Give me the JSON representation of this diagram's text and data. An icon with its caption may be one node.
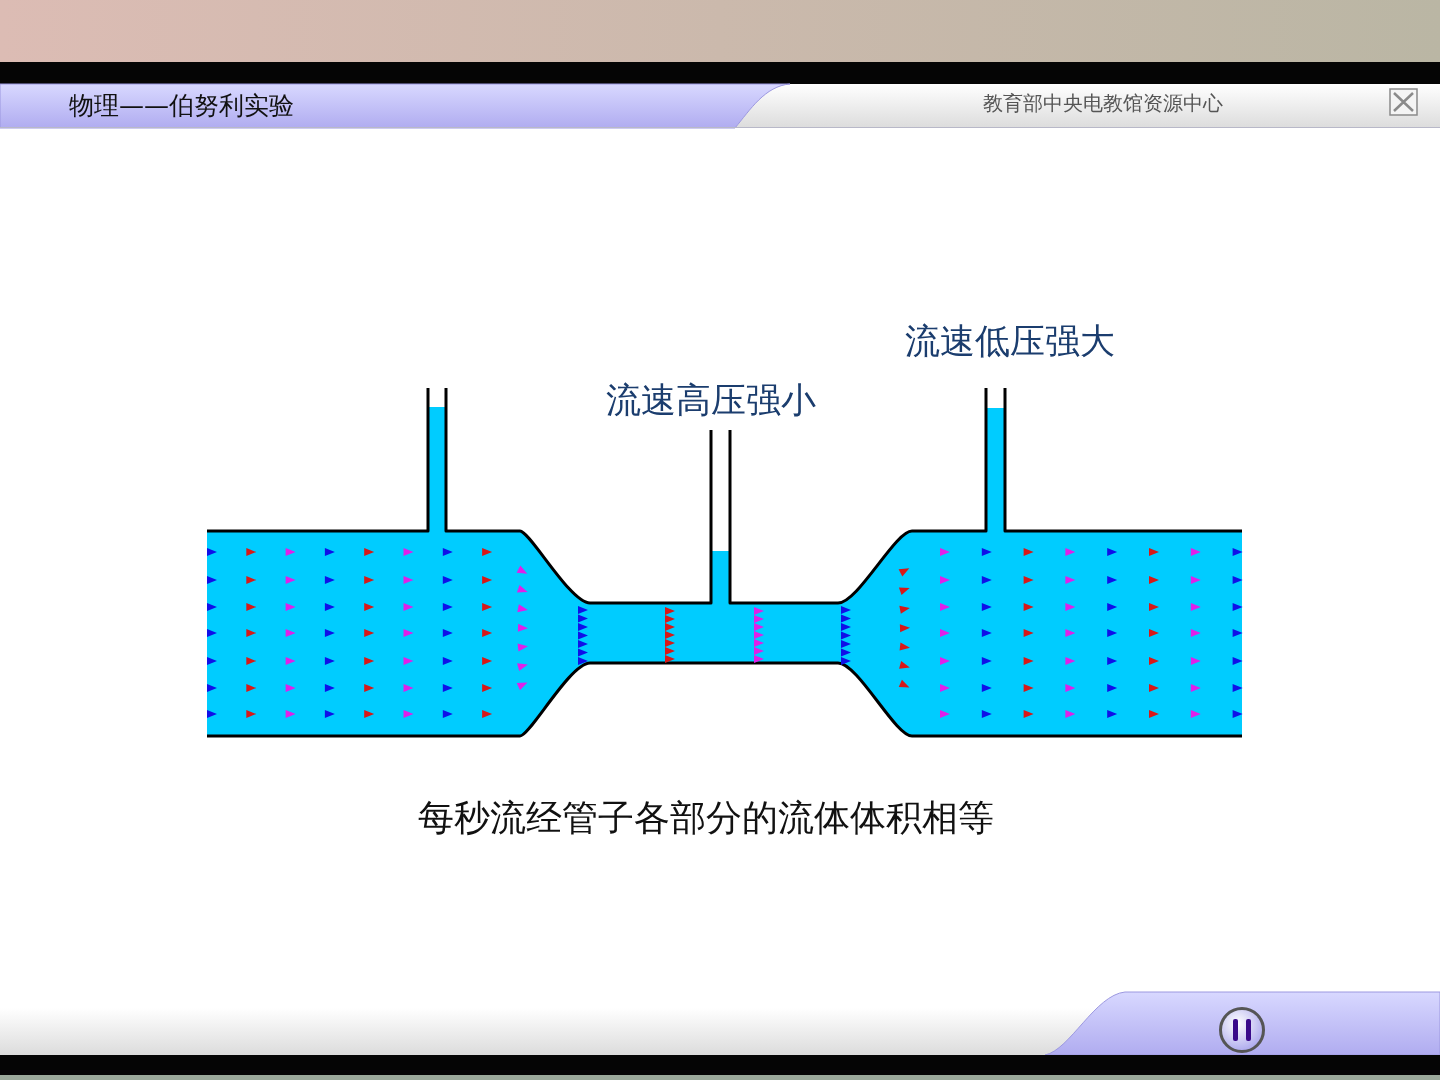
{
  "diagram": {
    "title": "物理——伯努利实验",
    "caption": "每秒流经管子各部分的流体体积相等",
    "labels": [
      "教育部中央电教馆资源中心",
      "流速低压强大",
      "流速高压强小"
    ]
  }
}
